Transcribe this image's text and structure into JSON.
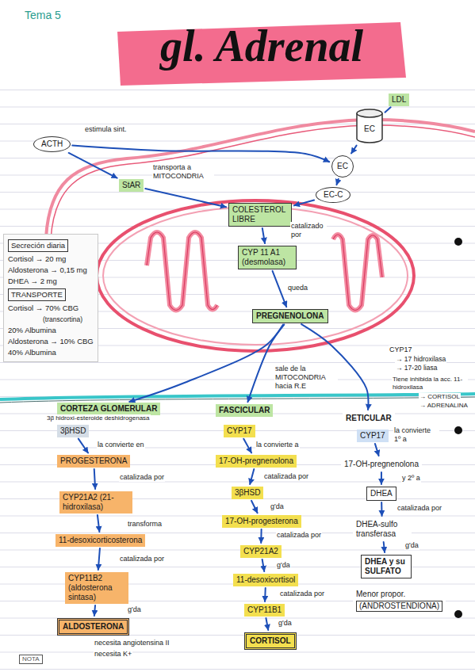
{
  "diagram": {
    "title": "gl. Adrenal",
    "nodes": [
      {
        "text": [
          "ACTH"
        ]
      },
      {
        "text": [
          "StAR"
        ]
      },
      {
        "text": [
          "LDL"
        ]
      },
      {
        "text": [
          "EC"
        ]
      },
      {
        "text": [
          "EC"
        ]
      },
      {
        "text": [
          "EC-C"
        ]
      },
      {
        "text": [
          "COLESTEROL LIBRE"
        ]
      },
      {
        "text": [
          "CYP 11 A1 (desmolasa)"
        ]
      },
      {
        "text": [
          "PREGNENOLONA"
        ]
      },
      {
        "text": [
          "Secreción diaria",
          "Cortisol → 20 mg",
          "Aldosterona → 0,15 mg",
          "DHEA → 2 mg",
          "TRANSPORTE",
          "Cortisol → 70% CBG",
          "(transcortina)",
          "20% Albumina",
          "Aldosterona → 10% CBG",
          "40% Albumina"
        ]
      },
      {
        "text": [
          "CORTEZA GLOMERULAR"
        ]
      },
      {
        "text": [
          "FASCICULAR"
        ]
      },
      {
        "text": [
          "RETICULAR"
        ]
      },
      {
        "text": [
          "3βHSD"
        ]
      },
      {
        "text": [
          "PROGESTERONA"
        ]
      },
      {
        "text": [
          "CYP21A2 (21-hidroxilasa)"
        ]
      },
      {
        "text": [
          "11-desoxicorticosterona"
        ]
      },
      {
        "text": [
          "CYP11B2 (aldosterona sintasa)"
        ]
      },
      {
        "text": [
          "ALDOSTERONA"
        ]
      },
      {
        "text": [
          "CYP17"
        ]
      },
      {
        "text": [
          "17-OH-pregnenolona"
        ]
      },
      {
        "text": [
          "3βHSD"
        ]
      },
      {
        "text": [
          "17-OH-progesterona"
        ]
      },
      {
        "text": [
          "CYP21A2"
        ]
      },
      {
        "text": [
          "11-desoxicortisol"
        ]
      },
      {
        "text": [
          "CYP11B1"
        ]
      },
      {
        "text": [
          "CORTISOL"
        ]
      },
      {
        "text": [
          "CYP17"
        ]
      },
      {
        "text": [
          "17-OH-pregnenolona"
        ]
      },
      {
        "text": [
          "DHEA"
        ]
      },
      {
        "text": [
          "DHEA-sulfo transferasa"
        ]
      },
      {
        "text": [
          "DHEA y su SULFATO"
        ]
      },
      {
        "text": [
          "Menor propor.",
          "(ANDROSTENDIONA)"
        ]
      }
    ],
    "edges": [
      {
        "from": 0,
        "to": 1,
        "label": "estimula sint.",
        "arrow": "to"
      },
      {
        "from": 0,
        "to": 4,
        "arrow": "to"
      },
      {
        "from": 2,
        "to": 3,
        "arrow": "none"
      },
      {
        "from": 3,
        "to": 4,
        "arrow": "to"
      },
      {
        "from": 4,
        "to": 5,
        "arrow": "to"
      },
      {
        "from": 1,
        "to": 6,
        "label": "transporta a MITOCONDRIA",
        "arrow": "to"
      },
      {
        "from": 5,
        "to": 6,
        "arrow": "to"
      },
      {
        "from": 6,
        "to": 7,
        "label": "catalizado por",
        "arrow": "to"
      },
      {
        "from": 7,
        "to": 8,
        "label": "queda",
        "arrow": "to"
      },
      {
        "from": 8,
        "to": 10,
        "arrow": "to"
      },
      {
        "from": 8,
        "to": 11,
        "label": "sale de la MITOCONDRIA hacia R.E",
        "arrow": "to"
      },
      {
        "from": 8,
        "to": 12,
        "arrow": "to"
      },
      {
        "from": 13,
        "to": 14,
        "label": "la convierte en",
        "arrow": "to"
      },
      {
        "from": 14,
        "to": 15,
        "label": "catalizada por",
        "arrow": "to"
      },
      {
        "from": 15,
        "to": 16,
        "label": "transforma",
        "arrow": "to"
      },
      {
        "from": 16,
        "to": 17,
        "label": "catalizada por",
        "arrow": "to"
      },
      {
        "from": 17,
        "to": 18,
        "label": "g'da",
        "arrow": "to"
      },
      {
        "from": 19,
        "to": 20,
        "label": "la convierte a",
        "arrow": "to"
      },
      {
        "from": 20,
        "to": 21,
        "label": "catalizada por",
        "arrow": "to"
      },
      {
        "from": 21,
        "to": 22,
        "label": "g'da",
        "arrow": "to"
      },
      {
        "from": 22,
        "to": 23,
        "label": "catalizada por",
        "arrow": "to"
      },
      {
        "from": 23,
        "to": 24,
        "label": "g'da",
        "arrow": "to"
      },
      {
        "from": 24,
        "to": 25,
        "label": "catalizada por",
        "arrow": "to"
      },
      {
        "from": 25,
        "to": 26,
        "label": "g'da",
        "arrow": "to"
      },
      {
        "from": 27,
        "to": 28,
        "label": "la convierte 1º a",
        "arrow": "to"
      },
      {
        "from": 28,
        "to": 29,
        "label": "y 2º a",
        "arrow": "to"
      },
      {
        "from": 29,
        "to": 30,
        "label": "catalizada por",
        "arrow": "to"
      },
      {
        "from": 30,
        "to": 31,
        "label": "g'da",
        "arrow": "to"
      }
    ],
    "labels": [
      "Tema 5",
      "3β hidroxi-esteroide deshidrogenasa",
      "CYP17",
      "→ 17 hidroxilasa",
      "→ 17-20 liasa",
      "Tiene inhibida la acc. 11-hidroxilasa",
      "→ CORTISOL",
      "→ ADRENALINA",
      "necesita angiotensina II",
      "necesita K+",
      "NOTA"
    ]
  }
}
